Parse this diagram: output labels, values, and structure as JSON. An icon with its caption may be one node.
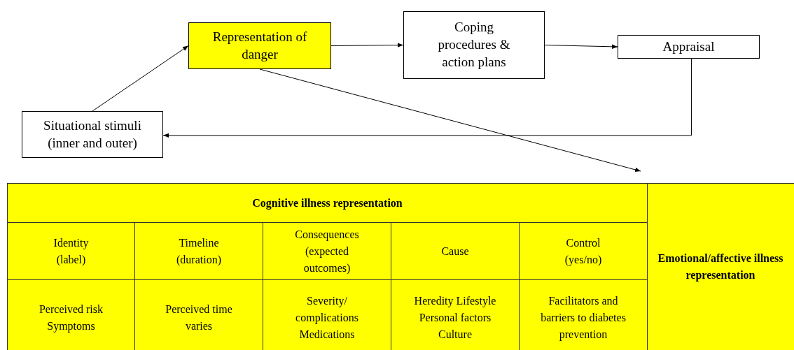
{
  "diagram": {
    "nodes": [
      {
        "text": [
          "Representation of danger"
        ]
      },
      {
        "text": [
          "Coping procedures & action plans"
        ]
      },
      {
        "text": [
          "Appraisal"
        ]
      },
      {
        "text": [
          "Situational stimuli (inner and outer)"
        ]
      }
    ],
    "edges": [
      {
        "from": 3,
        "to": 0,
        "arrow": "to"
      },
      {
        "from": 0,
        "to": 1,
        "arrow": "to"
      },
      {
        "from": 1,
        "to": 2,
        "arrow": "to"
      },
      {
        "from": 2,
        "to": 3,
        "arrow": "to"
      },
      {
        "from": 0,
        "to": null,
        "arrow": "to"
      }
    ],
    "labels": [
      "Cognitive illness representation",
      "Emotional/affective illness representation",
      "Identity (label)",
      "Timeline (duration)",
      "Consequences (expected outcomes)",
      "Cause",
      "Control (yes/no)",
      "Perceived risk Symptoms",
      "Perceived time varies",
      "Severity/ complications Medications",
      "Heredity Lifestyle Personal factors Culture",
      "Facilitators and barriers to diabetes prevention"
    ]
  }
}
